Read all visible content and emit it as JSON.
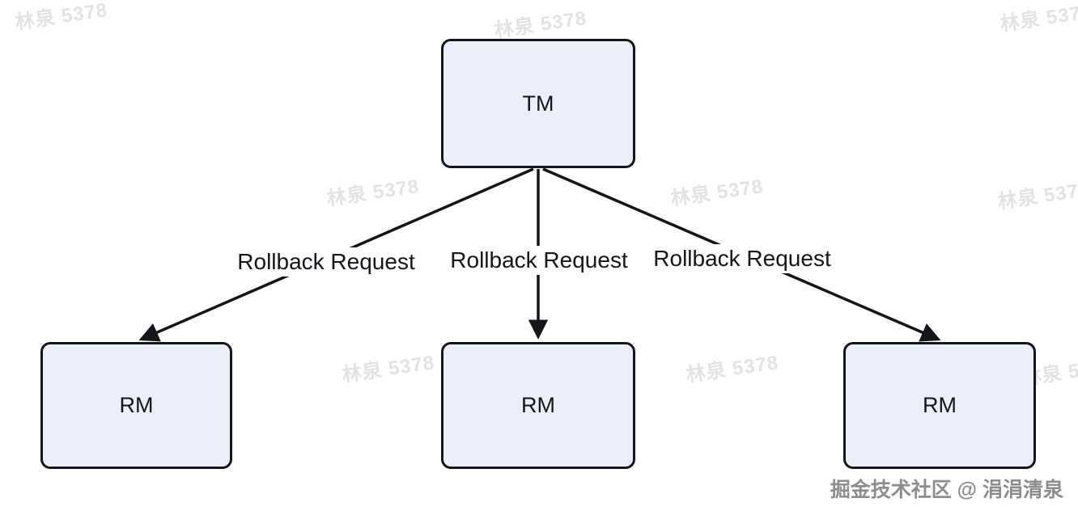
{
  "diagram": {
    "nodes": {
      "tm": {
        "label": "TM"
      },
      "rm_left": {
        "label": "RM"
      },
      "rm_center": {
        "label": "RM"
      },
      "rm_right": {
        "label": "RM"
      }
    },
    "edges": [
      {
        "from": "TM",
        "to": "RM (left)",
        "label": "Rollback Request"
      },
      {
        "from": "TM",
        "to": "RM (center)",
        "label": "Rollback Request"
      },
      {
        "from": "TM",
        "to": "RM (right)",
        "label": "Rollback Request"
      }
    ],
    "colors": {
      "node_fill": "#eaeff9",
      "node_border": "#15151c",
      "arrow": "#15151c"
    }
  },
  "watermark": {
    "text": "林泉 5378",
    "color": "#e3e3e3"
  },
  "footer": {
    "credit": "掘金技术社区 @ 涓涓清泉",
    "color": "#8d8d8d"
  }
}
